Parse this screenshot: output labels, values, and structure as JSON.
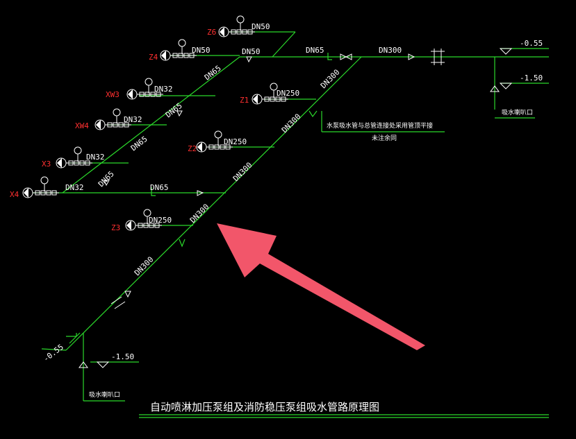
{
  "title": "自动喷淋加压泵组及消防稳压泵组吸水管路原理图",
  "pumps": [
    {
      "id": "Z6"
    },
    {
      "id": "Z4"
    },
    {
      "id": "XW3"
    },
    {
      "id": "XW4"
    },
    {
      "id": "X3"
    },
    {
      "id": "X4"
    },
    {
      "id": "Z1"
    },
    {
      "id": "Z2"
    },
    {
      "id": "Z3"
    }
  ],
  "pipe_labels": {
    "z6_branch": "DN50",
    "z6_main": "DN50",
    "z4_branch": "DN50",
    "z4_main": "DN50",
    "xw3_branch": "DN32",
    "xw4_branch": "DN32",
    "x3_branch": "DN32",
    "x4_branch": "DN32",
    "riser_upper": "DN65",
    "riser_mid": "DN65",
    "riser_low1": "DN65",
    "riser_low2": "DN65",
    "x4_header": "DN65",
    "top_header": "DN65",
    "top_main": "DN300",
    "z1_branch": "DN250",
    "z2_branch": "DN250",
    "z3_branch": "DN250",
    "diag_1": "DN300",
    "diag_2": "DN300",
    "diag_3": "DN300",
    "diag_4": "DN300",
    "diag_5": "DN300"
  },
  "levels": {
    "right_upper": "-0.55",
    "right_lower": "-1.50",
    "left_upper": "-0.55",
    "left_lower": "-1.50"
  },
  "notes": {
    "connect_note_1": "水泵吸水管与总管连接处采用管顶平接",
    "connect_note_2": "未注余同",
    "suction_right": "吸水喇叭口",
    "suction_left": "吸水喇叭口"
  },
  "arrow_color": "#f2566a",
  "pipe_color": "#2bd92b"
}
